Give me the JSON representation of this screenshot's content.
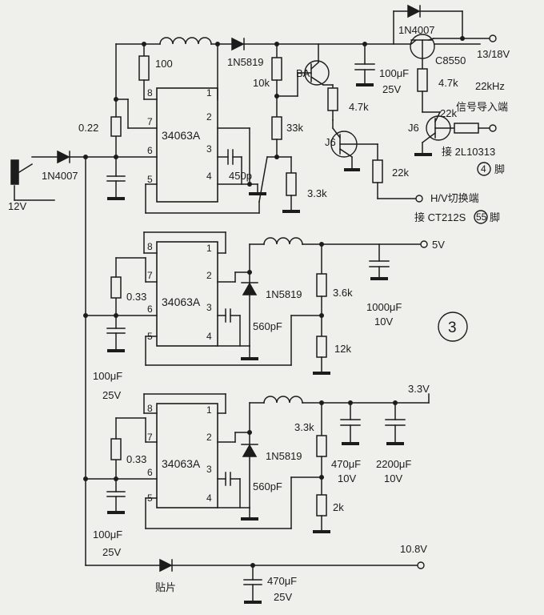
{
  "top": {
    "pin": {
      "p8": "8",
      "p7": "7",
      "p6": "6",
      "p5": "5",
      "p1": "1",
      "p2": "2",
      "p3": "3",
      "p4": "4"
    },
    "ic": "34063A",
    "r_100": "100",
    "r_022": "0.22",
    "d_in": "1N4007",
    "v_in": "12V",
    "d_sch": "1N5819",
    "c_450": "450p",
    "r_10k": "10k",
    "r_33k": "33k",
    "r_33": "3.3k",
    "q_ba": "BA",
    "r_47a": "4.7k",
    "q_j6a": "J6",
    "r_22a": "22k",
    "cap_val": "100μF",
    "cap_v": "25V",
    "d_fb": "1N4007",
    "q_c8550": "C8550",
    "out_v": "13/18V",
    "r_47b": "4.7k",
    "r_22b": "22k",
    "q_j6b": "J6",
    "f_22k": "22kHz",
    "f_sig": "信号导入端",
    "conn1": "接 2L10313",
    "pin4": "4",
    "pin_suffix": "脚",
    "hv": "H/V切换端",
    "conn2": "接 CT212S",
    "pin55": "55"
  },
  "mid": {
    "ic": "34063A",
    "r_033": "0.33",
    "d": "1N5819",
    "c_560": "560pF",
    "c_in": "100μF",
    "c_in_v": "25V",
    "r_36": "3.6k",
    "r_12": "12k",
    "c_out": "1000μF",
    "c_out_v": "10V",
    "out_v": "5V",
    "fig": "3"
  },
  "low": {
    "ic": "34063A",
    "r_033": "0.33",
    "d": "1N5819",
    "c_560": "560pF",
    "c_in": "100μF",
    "c_in_v": "25V",
    "r_33": "3.3k",
    "r_2k": "2k",
    "c1": "470μF",
    "c1_v": "10V",
    "c2": "2200μF",
    "c2_v": "10V",
    "out_v": "3.3V"
  },
  "bottom": {
    "diode": "贴片",
    "cap": "470μF",
    "cap_v": "25V",
    "out_v": "10.8V"
  }
}
